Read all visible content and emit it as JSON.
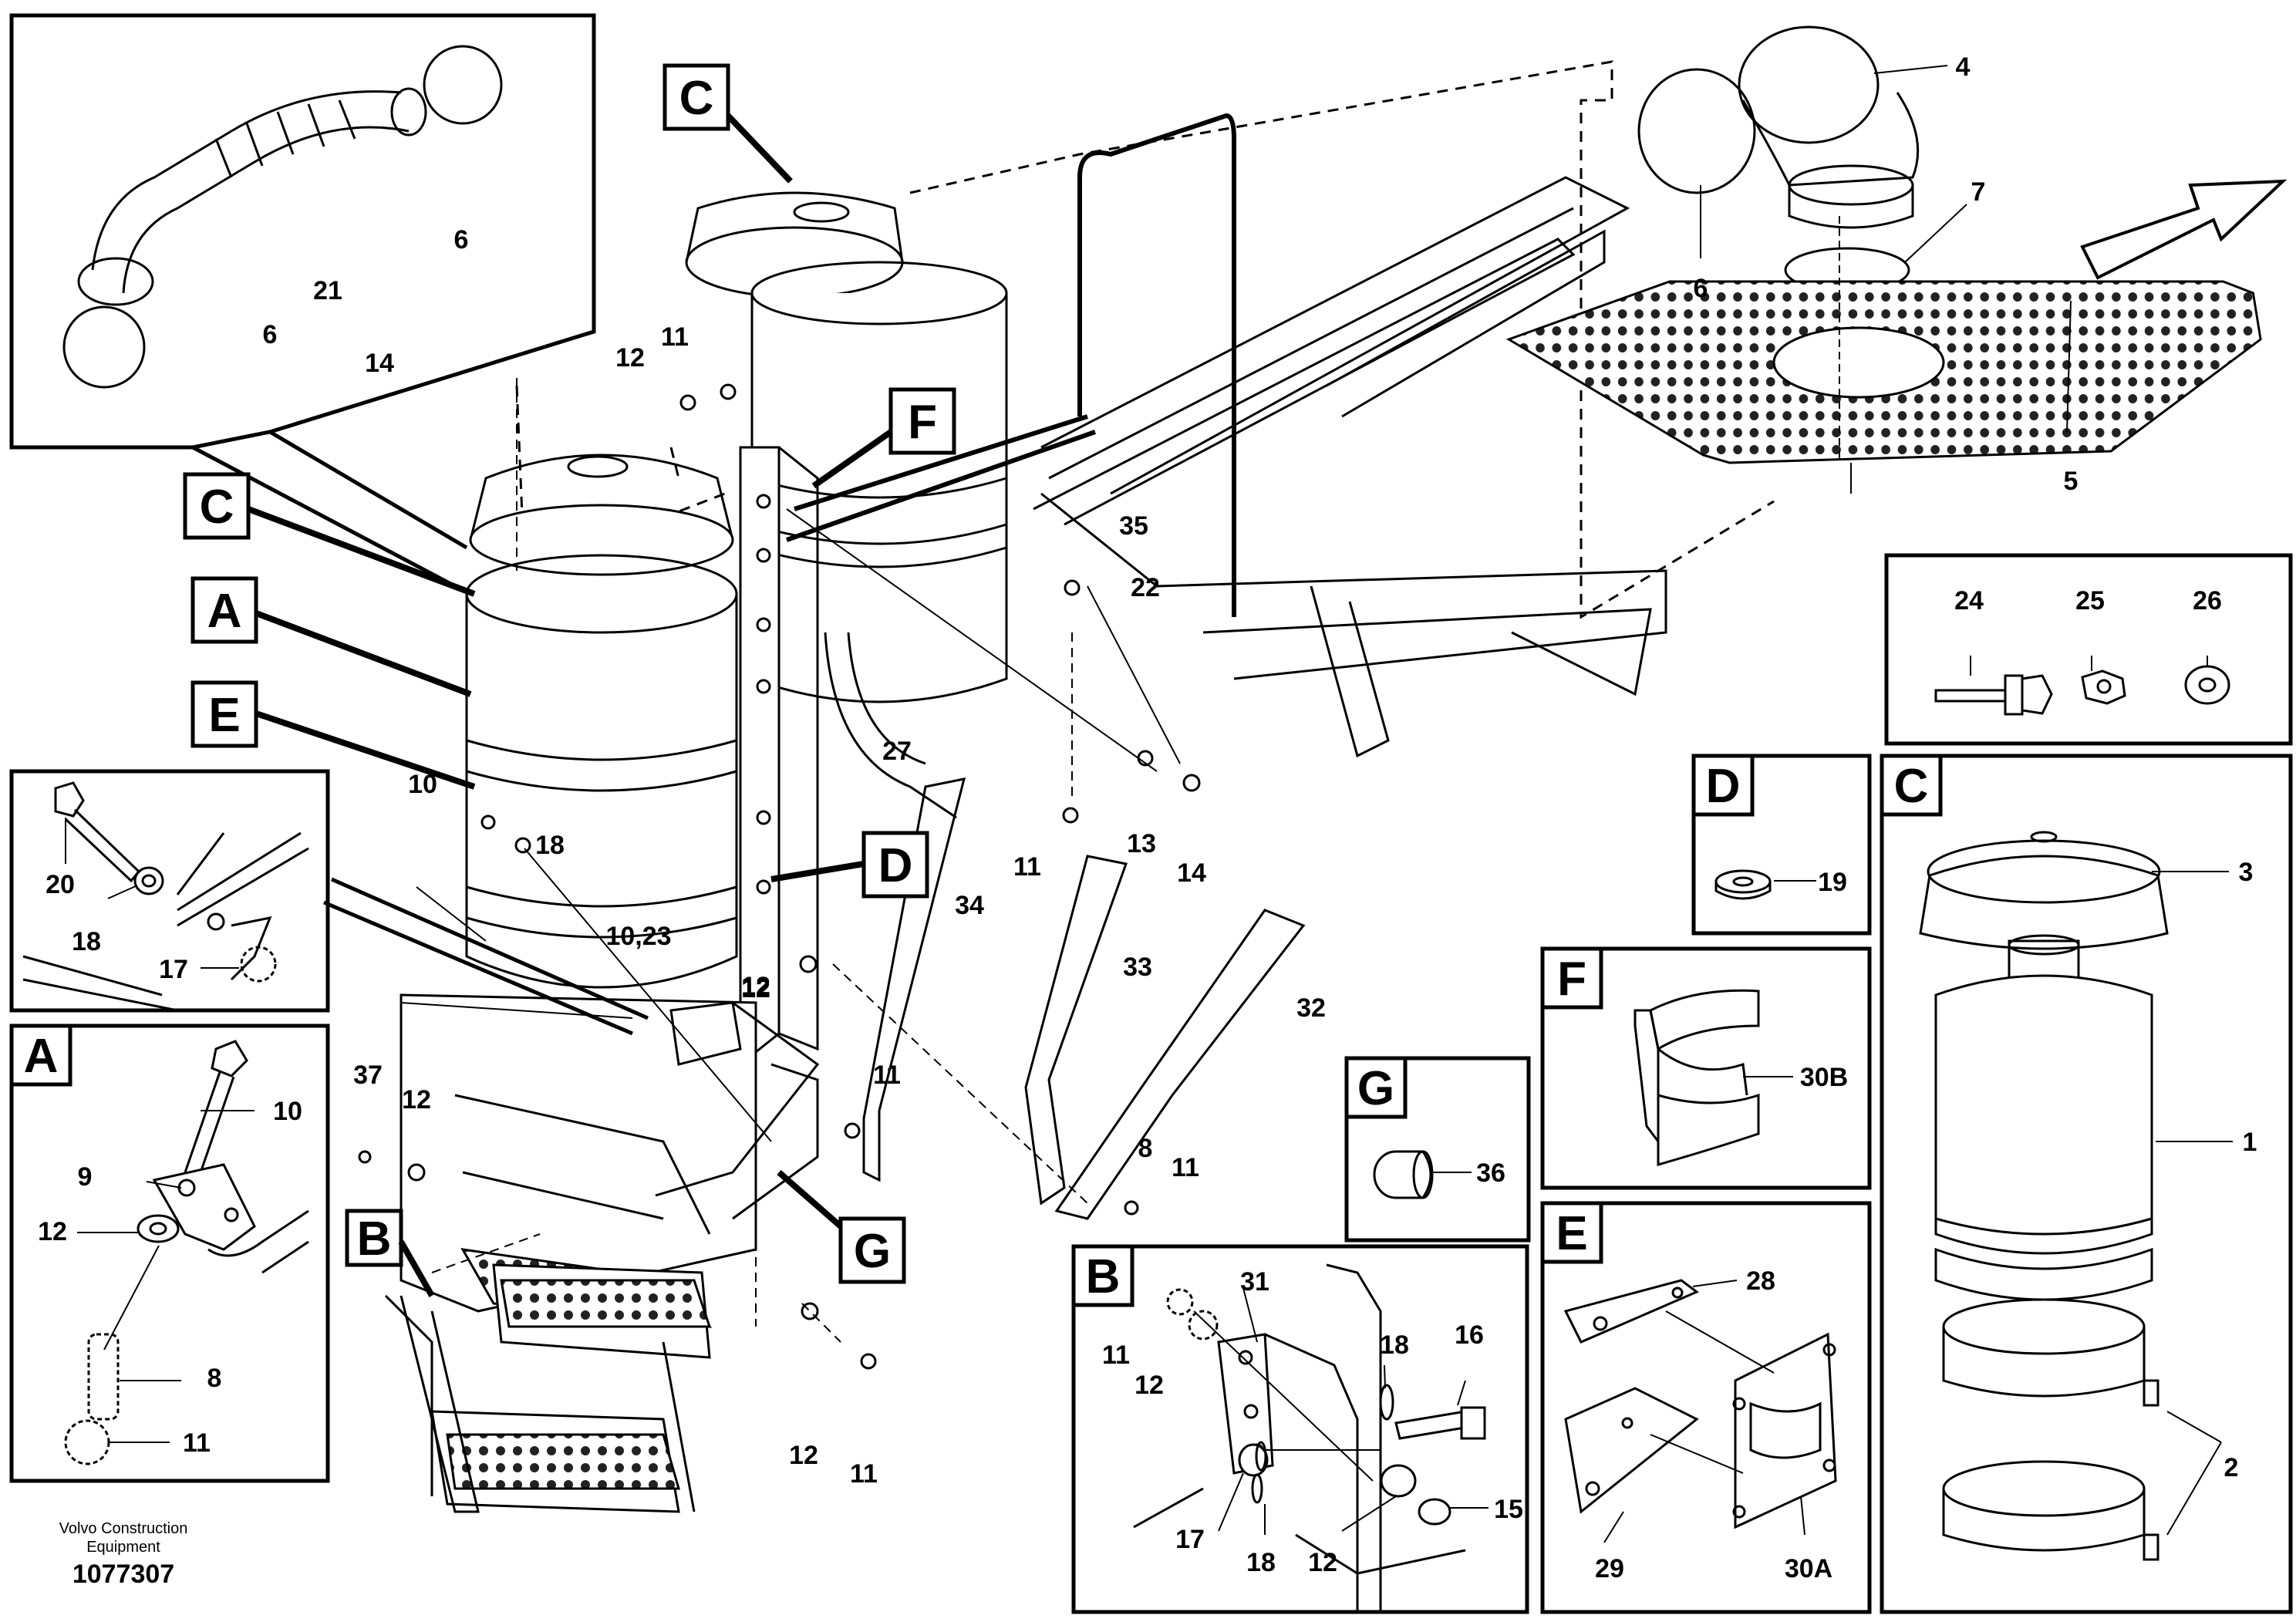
{
  "credit": {
    "line1": "Volvo Construction",
    "line2": "Equipment",
    "doc_number": "1077307"
  },
  "detail_letters": {
    "A": "A",
    "B": "B",
    "C": "C",
    "D": "D",
    "E": "E",
    "F": "F",
    "G": "G"
  },
  "callouts": {
    "main": [
      "14",
      "12",
      "11",
      "35",
      "22",
      "27",
      "10",
      "18",
      "10,23",
      "12",
      "11",
      "13",
      "14",
      "34",
      "33",
      "32",
      "12",
      "11",
      "8",
      "11",
      "37",
      "12",
      "12",
      "11"
    ],
    "inset_hose": [
      "6",
      "6",
      "21"
    ],
    "top_right": [
      "4",
      "6",
      "7",
      "5"
    ],
    "kit": [
      "24",
      "25",
      "26"
    ],
    "detail_D": [
      "19"
    ],
    "detail_C": [
      "3",
      "1",
      "2"
    ],
    "detail_F": [
      "30B"
    ],
    "detail_G": [
      "36"
    ],
    "detail_E": [
      "28",
      "29",
      "30A"
    ],
    "detail_B": [
      "31",
      "11",
      "12",
      "18",
      "16",
      "17",
      "18",
      "12",
      "15"
    ],
    "detail_A": [
      "10",
      "9",
      "12",
      "8",
      "11"
    ],
    "inset_left": [
      "20",
      "18",
      "17"
    ]
  },
  "colors": {
    "line": "#000000",
    "background": "#ffffff"
  }
}
